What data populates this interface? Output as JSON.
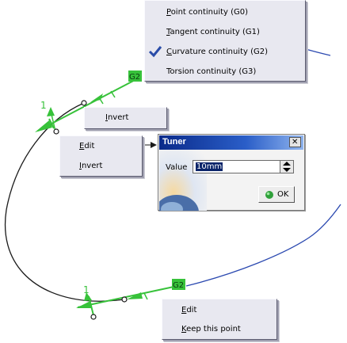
{
  "continuity_menu": {
    "items": [
      {
        "label": "Point continuity (G0)",
        "checked": false
      },
      {
        "label": "Tangent continuity (G1)",
        "checked": false
      },
      {
        "label": "Curvature continuity (G2)",
        "checked": true
      },
      {
        "label": "Torsion continuity (G3)",
        "checked": false
      }
    ]
  },
  "invert_menu": {
    "items": [
      {
        "label": "Invert"
      }
    ]
  },
  "edit_invert_menu": {
    "items": [
      {
        "label": "Edit"
      },
      {
        "label": "Invert"
      }
    ]
  },
  "edit_keep_menu": {
    "items": [
      {
        "label": "Edit"
      },
      {
        "label": "Keep this point"
      }
    ]
  },
  "tuner": {
    "title": "Tuner",
    "close_symbol": "✕",
    "value_label": "Value",
    "value": "10mm",
    "ok_label": "OK"
  },
  "viewport": {
    "tag_top": "G2",
    "tag_bottom": "G2",
    "number_top": "1",
    "number_bottom": "1",
    "colors": {
      "curve": "#1a1a1a",
      "curve_blue": "#2b49b0",
      "manipulator": "#37c23a",
      "menu_bg": "#e8e8f0",
      "titlebar": "#0a2a8a"
    }
  }
}
